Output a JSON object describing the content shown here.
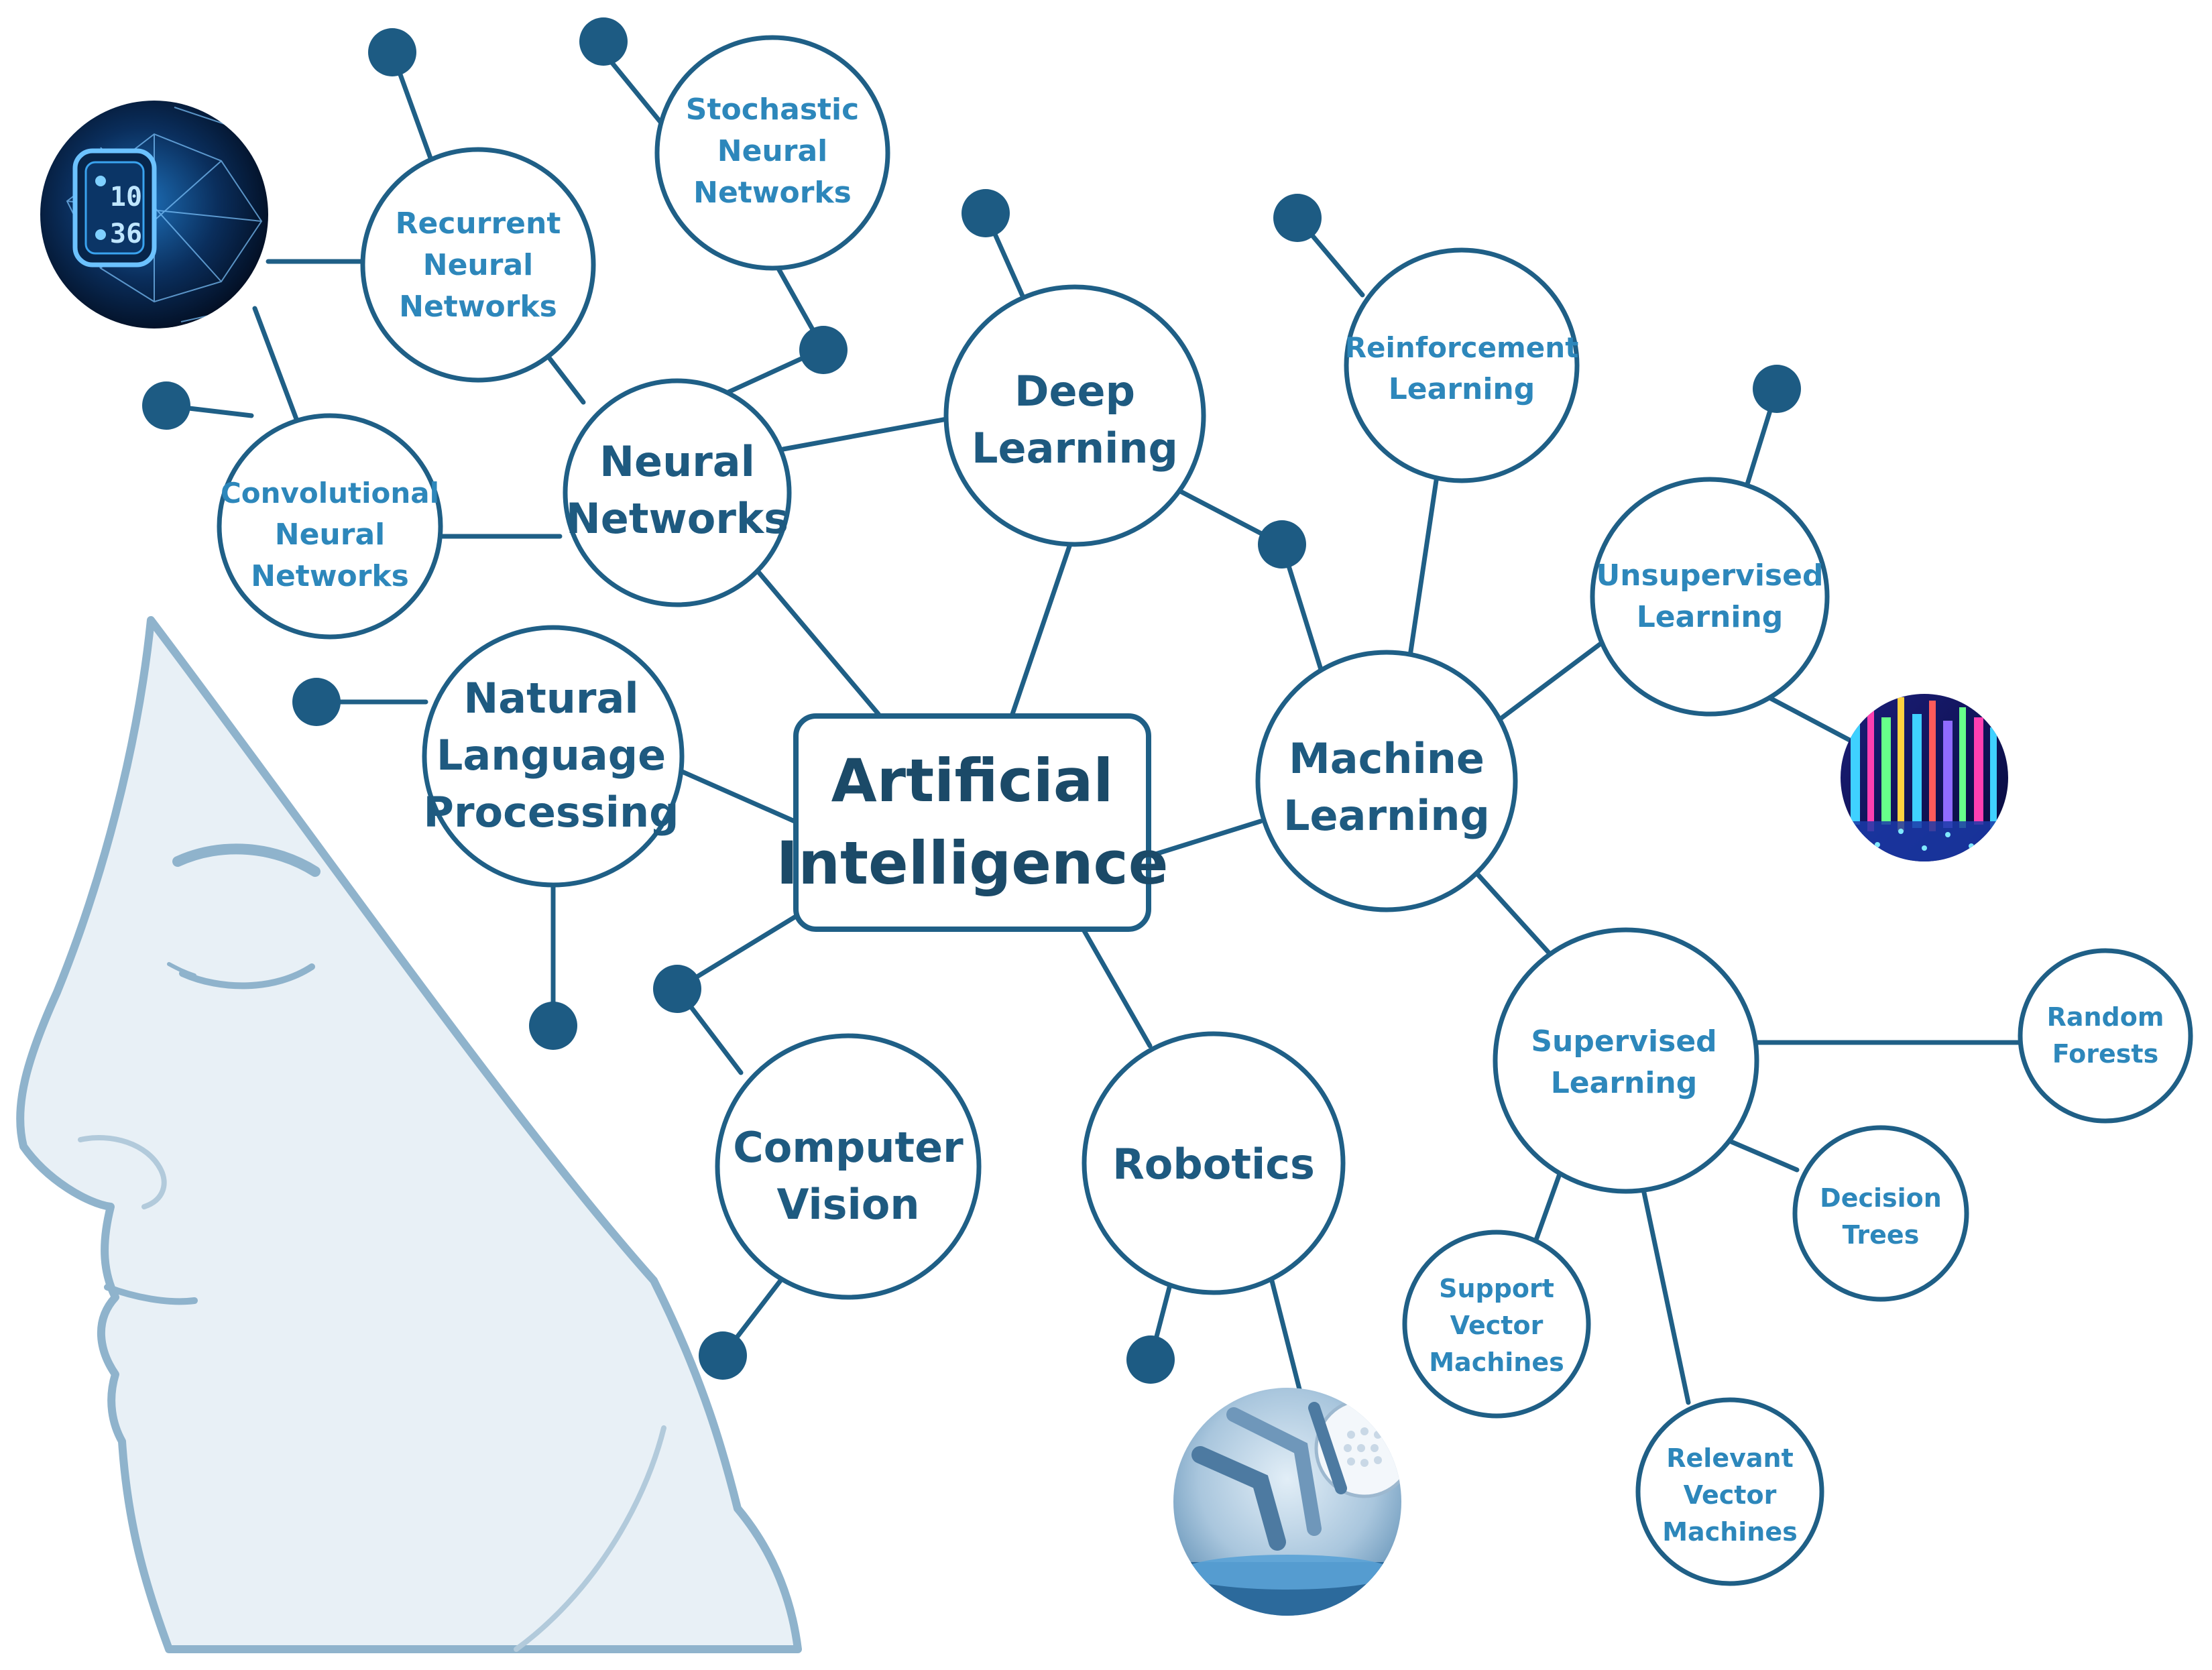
{
  "diagram": {
    "center": {
      "line1": "Artificial",
      "line2": "Intelligence"
    },
    "nodes": {
      "neural_networks": [
        "Neural",
        "Networks"
      ],
      "deep_learning": [
        "Deep",
        "Learning"
      ],
      "natural_language_processing": [
        "Natural",
        "Language",
        "Processing"
      ],
      "computer_vision": [
        "Computer",
        "Vision"
      ],
      "robotics": [
        "Robotics"
      ],
      "machine_learning": [
        "Machine",
        "Learning"
      ],
      "stochastic_neural_networks": [
        "Stochastic",
        "Neural",
        "Networks"
      ],
      "recurrent_neural_networks": [
        "Recurrent",
        "Neural",
        "Networks"
      ],
      "convolutional_neural_networks": [
        "Convolutional",
        "Neural",
        "Networks"
      ],
      "reinforcement_learning": [
        "Reinforcement",
        "Learning"
      ],
      "unsupervised_learning": [
        "Unsupervised",
        "Learning"
      ],
      "supervised_learning": [
        "Supervised",
        "Learning"
      ],
      "random_forests": [
        "Random",
        "Forests"
      ],
      "decision_trees": [
        "Decision",
        "Trees"
      ],
      "support_vector_machines": [
        "Support",
        "Vector",
        "Machines"
      ],
      "relevant_vector_machines": [
        "Relevant",
        "Vector",
        "Machines"
      ]
    },
    "smartwatch_display": {
      "line1": "10",
      "line2": "36"
    }
  },
  "colors": {
    "node_stroke": "#1f5f86",
    "dot_fill": "#1d5b83",
    "main_text": "#1b4a68",
    "primary_text": "#1e5a80",
    "secondary_text": "#2d87bb",
    "face_fill": "#e8f0f6",
    "face_stroke": "#8fb3cc"
  },
  "icons": {
    "smartwatch": "smartwatch-network-photo",
    "data_bars": "neon-data-bars-photo",
    "robot_arm": "surgical-robot-photo",
    "face": "human-face-profile-illustration"
  }
}
